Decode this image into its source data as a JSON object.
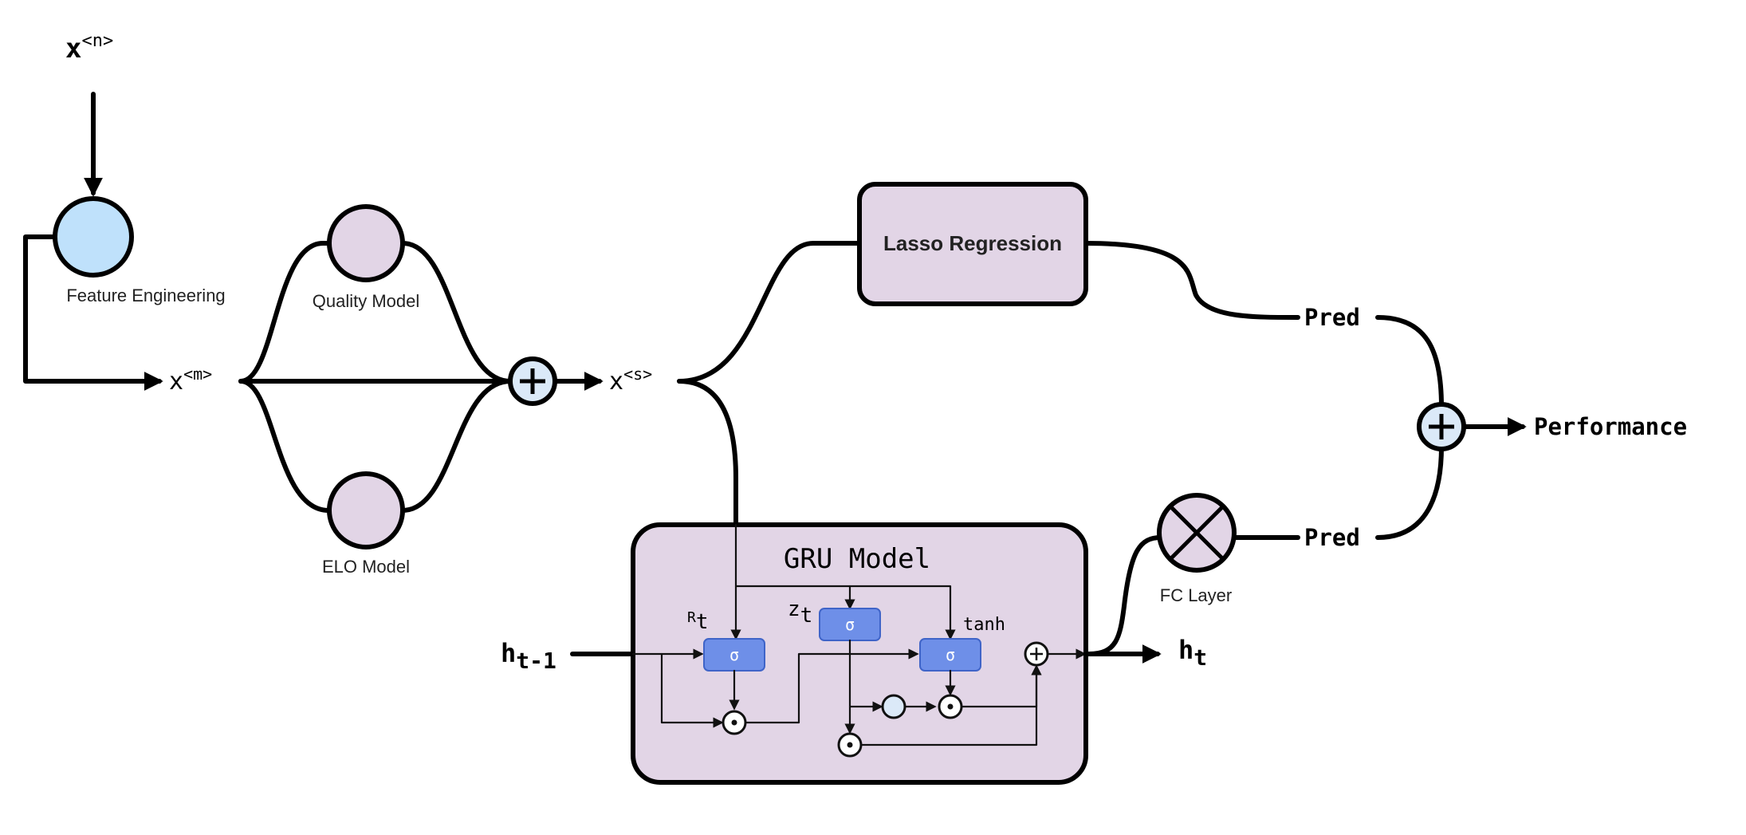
{
  "colors": {
    "feature_node": "#bfe1fb",
    "model_node": "#e2d5e6",
    "sum_node": "#dbe9f8",
    "gate": "#6e8fe8"
  },
  "inputs": {
    "x_n_base": "x",
    "x_n_sup": "<n>",
    "x_m_base": "x",
    "x_m_sup": "<m>",
    "x_s_base": "x",
    "x_s_sup": "<s>"
  },
  "nodes": {
    "feature_engineering": "Feature Engineering",
    "quality_model": "Quality Model",
    "elo_model": "ELO Model",
    "lasso_regression": "Lasso Regression",
    "fc_layer": "FC Layer"
  },
  "outputs": {
    "pred_top": "Pred",
    "pred_bottom": "Pred",
    "performance": "Performance"
  },
  "gru": {
    "title": "GRU Model",
    "h_prev_base": "h",
    "h_prev_sub": "t-1",
    "h_next_base": "h",
    "h_next_sub": "t",
    "r_base": "R",
    "r_sub": "t",
    "z_base": "z",
    "z_sub": "t",
    "tanh_label": "tanh",
    "gate_symbol": "σ"
  }
}
